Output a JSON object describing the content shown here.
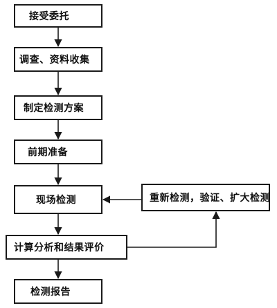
{
  "diagram": {
    "steps": [
      "接受委托",
      "调查、资料收集",
      "制定检测方案",
      "前期准备",
      "现场检测",
      "计算分析和结果评价",
      "检测报告"
    ],
    "feedback_box": "重新检测，验证、扩大检测"
  },
  "colors": {
    "stroke": "#1a1a1a",
    "background": "#ffffff"
  }
}
